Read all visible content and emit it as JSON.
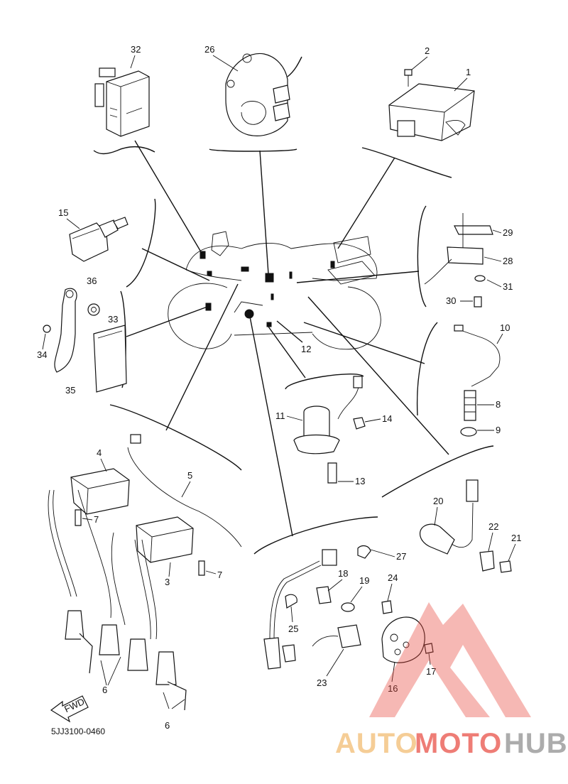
{
  "diagram": {
    "drawing_code": "5JJ3100-0460",
    "fwd_label": "FWD",
    "part_numbers": {
      "p1": "1",
      "p2": "2",
      "p3": "3",
      "p4": "4",
      "p5": "5",
      "p6a": "6",
      "p6b": "6",
      "p7a": "7",
      "p7b": "7",
      "p8": "8",
      "p9": "9",
      "p10": "10",
      "p11": "11",
      "p12": "12",
      "p13": "13",
      "p14": "14",
      "p15": "15",
      "p16": "16",
      "p17": "17",
      "p18": "18",
      "p19": "19",
      "p20": "20",
      "p21": "21",
      "p22": "22",
      "p23": "23",
      "p24": "24",
      "p25": "25",
      "p26": "26",
      "p27": "27",
      "p28": "28",
      "p29": "29",
      "p30": "30",
      "p31": "31",
      "p32": "32",
      "p33": "33",
      "p34": "34",
      "p35": "35",
      "p36": "36"
    }
  },
  "watermark": {
    "part1": "AUTO",
    "part2": "MOTO",
    "part3": "HUB",
    "colors": {
      "orange": "#f2b86a",
      "red": "#e8473d",
      "gray": "#8a8a8a"
    }
  }
}
